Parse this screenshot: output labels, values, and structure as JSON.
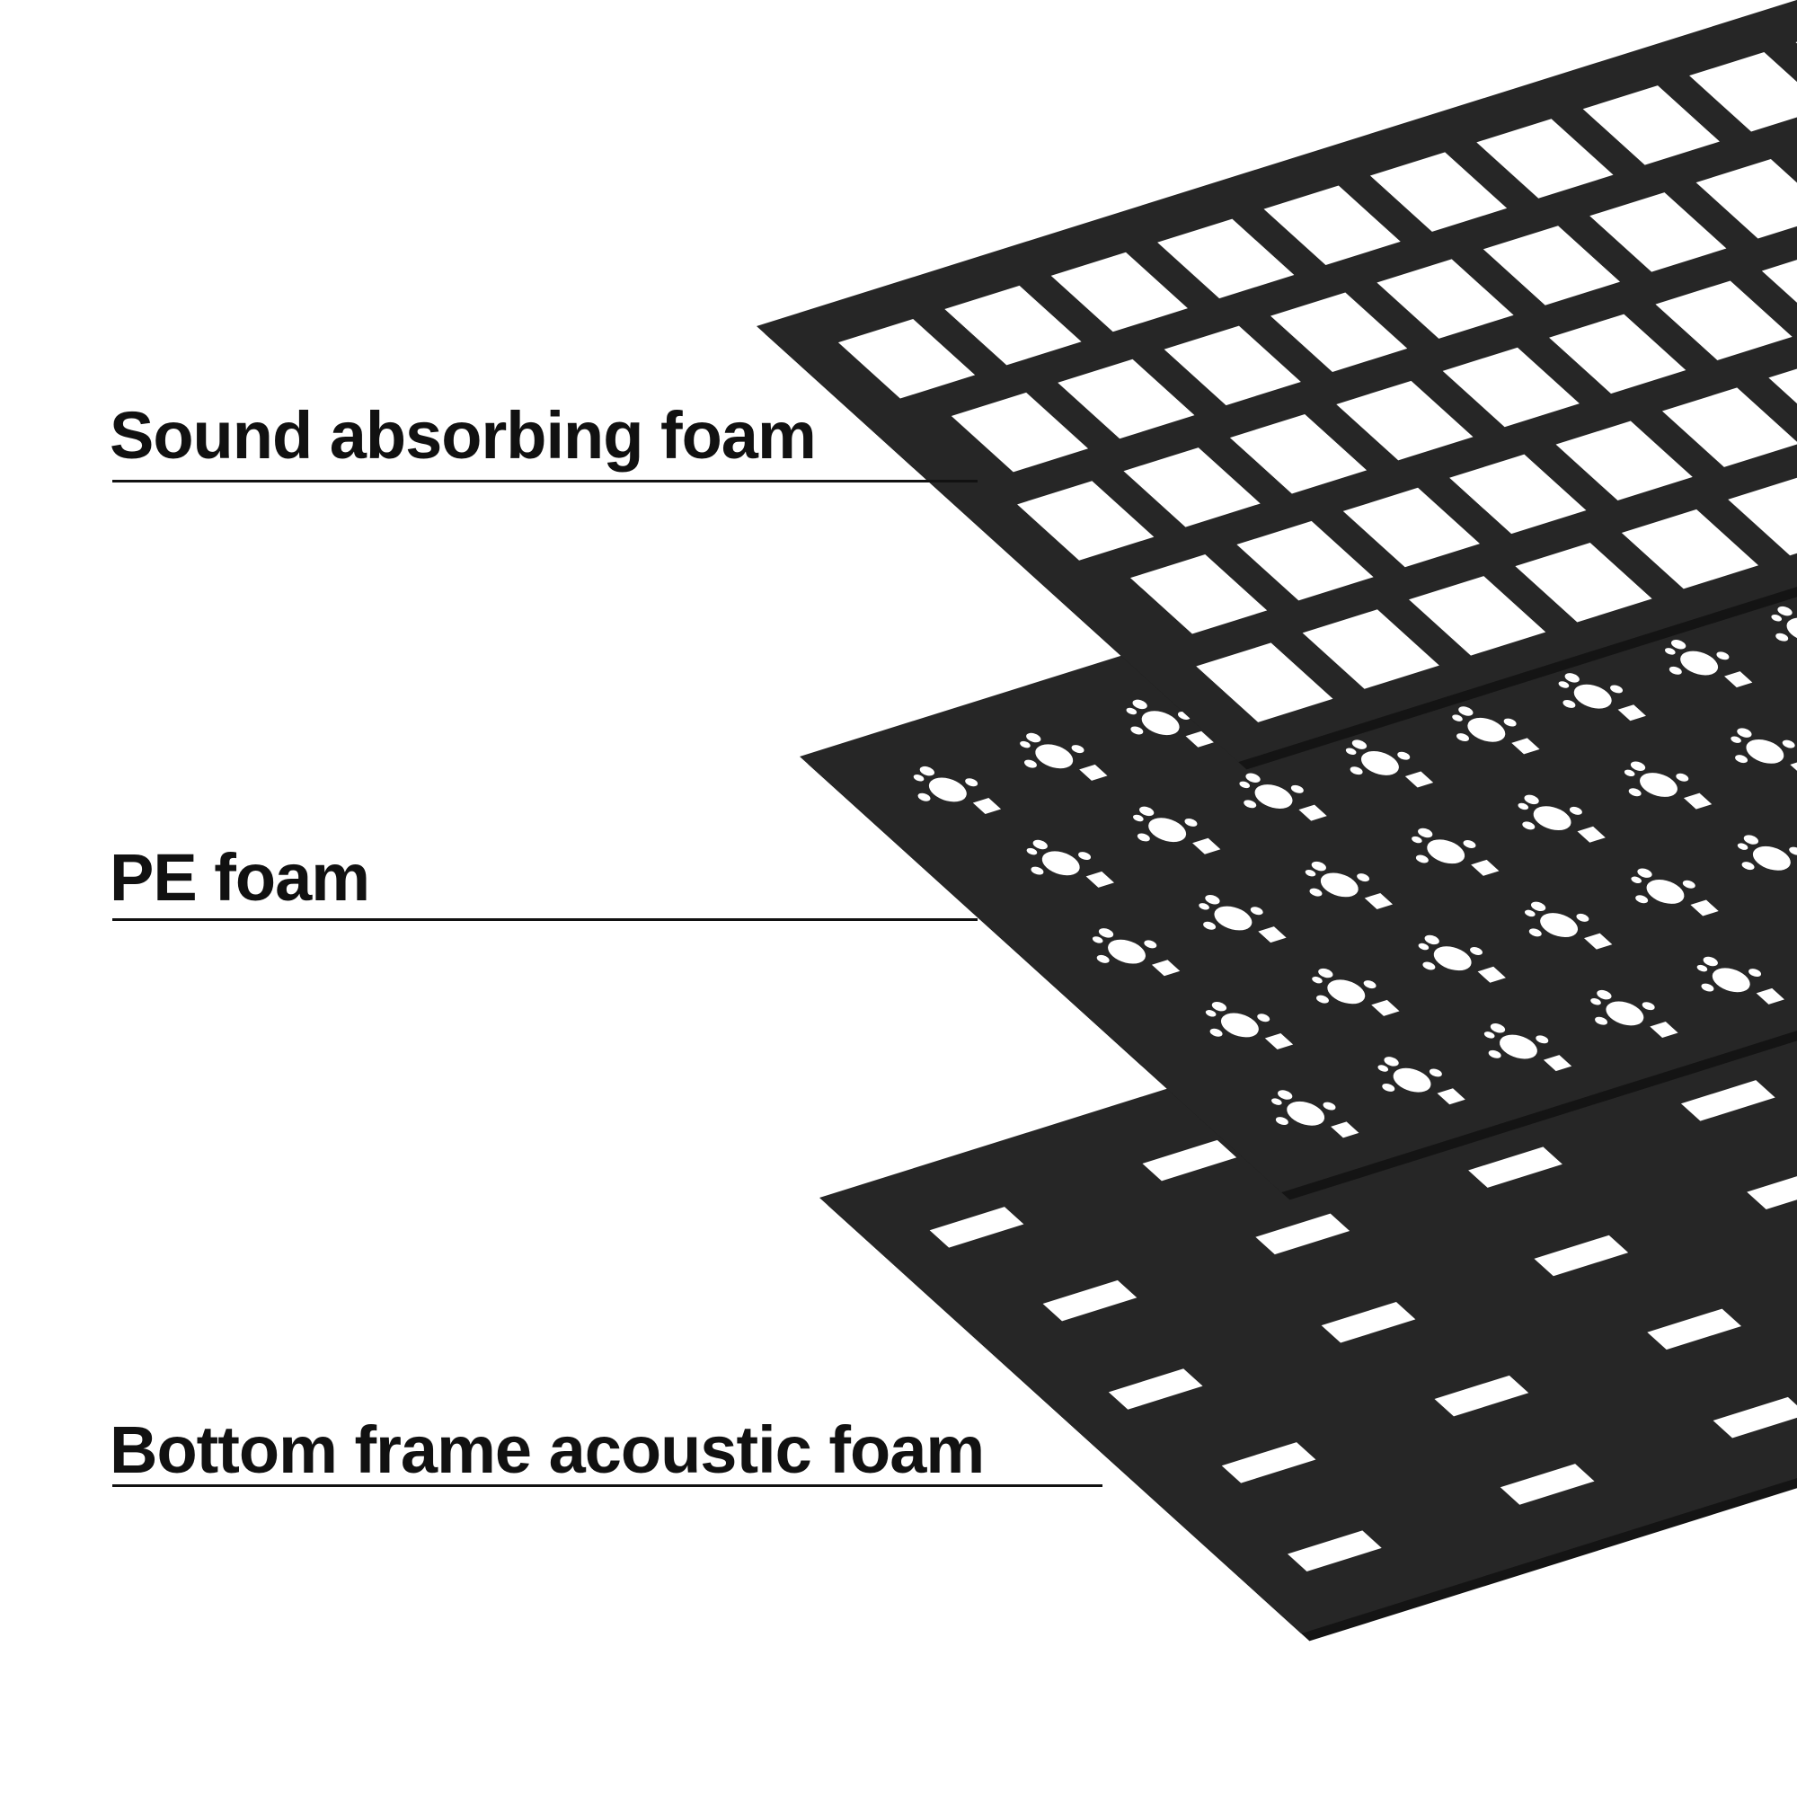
{
  "labels": {
    "top": "Sound absorbing foam",
    "middle": "PE foam",
    "bottom": "Bottom frame acoustic foam"
  },
  "colors": {
    "foam": "#262626",
    "foam_edge": "#141414",
    "background": "#ffffff",
    "text": "#111111"
  }
}
